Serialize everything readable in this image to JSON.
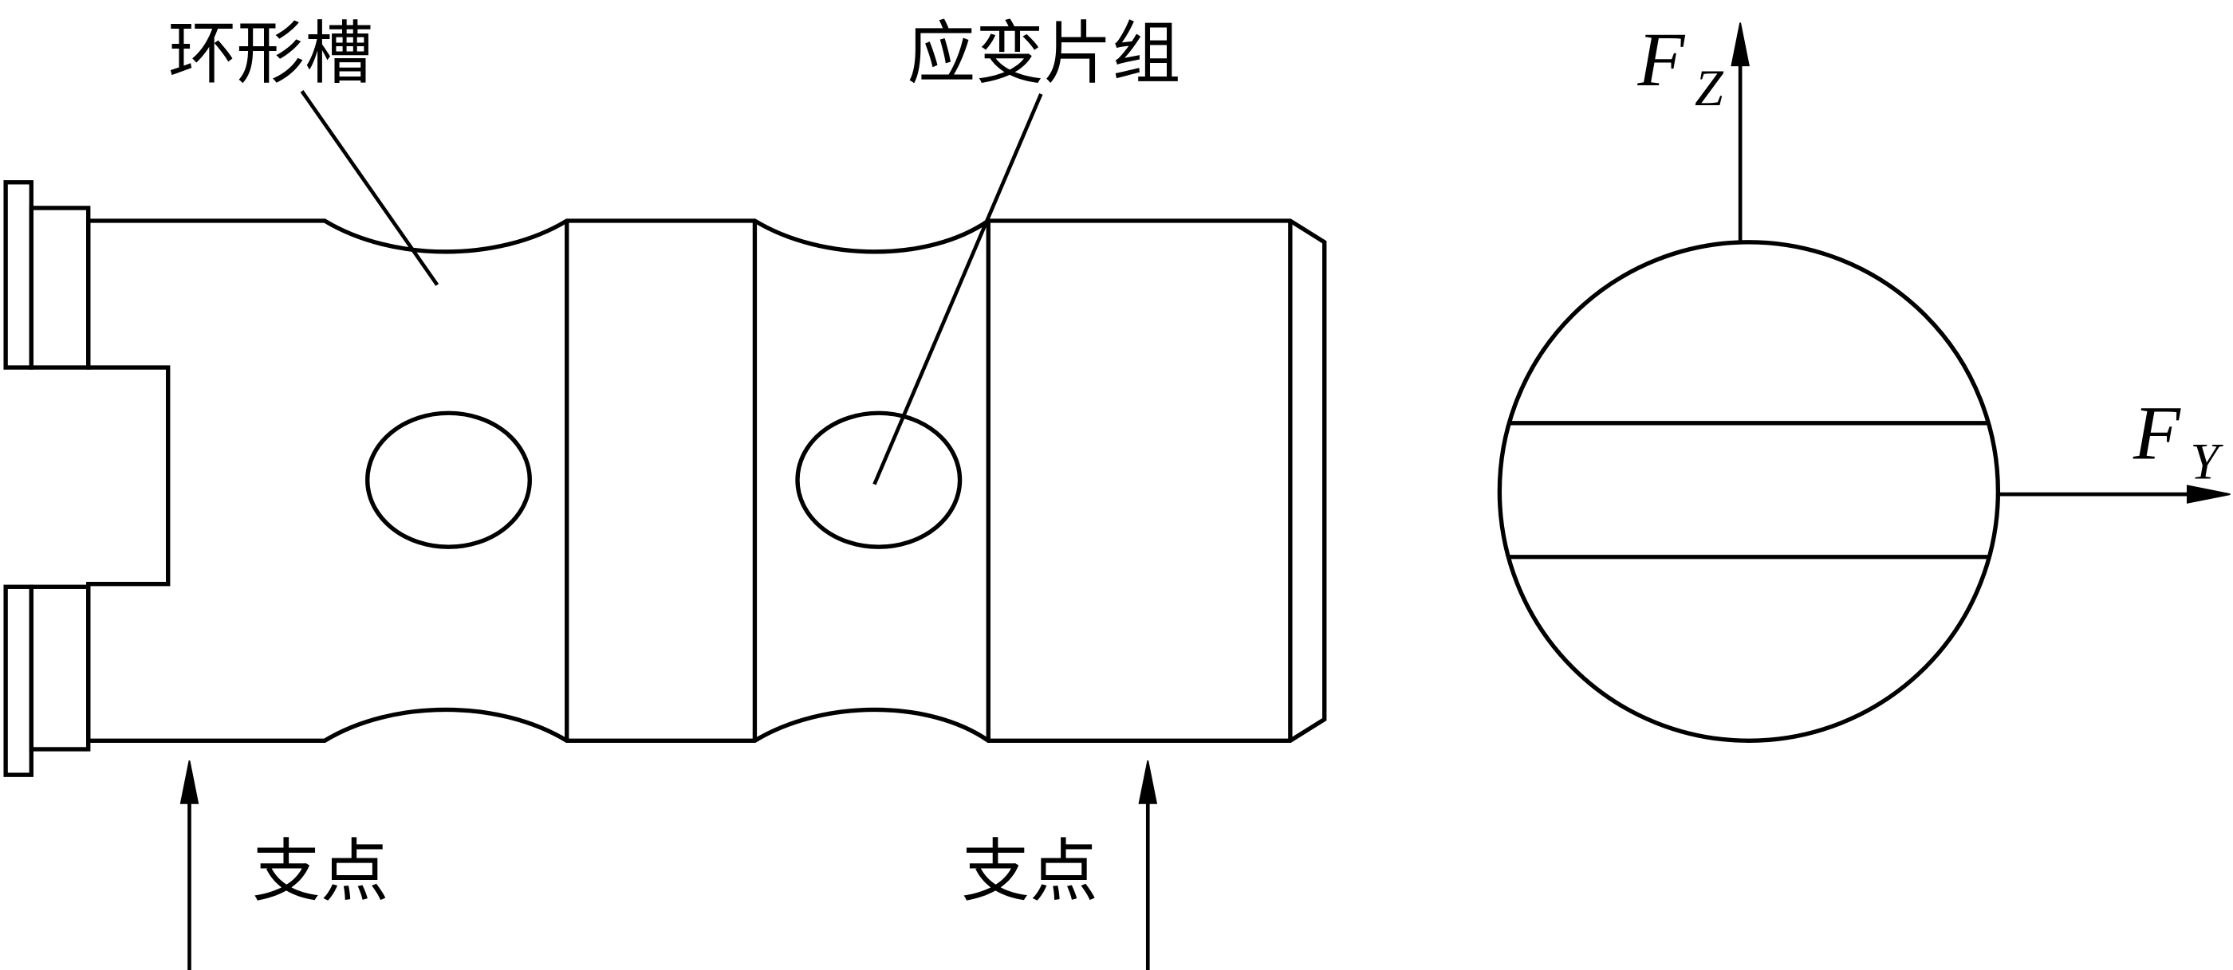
{
  "figure": {
    "background_color": "#ffffff",
    "line_color": "#000000",
    "side_view": {
      "ring_groove_label": "环形槽",
      "strain_gauge_label": "应变片组",
      "support_left_label": "支点",
      "support_right_label": "支点"
    },
    "end_view": {
      "force_vertical": {
        "symbol": "F",
        "subscript": "Z"
      },
      "force_horizontal": {
        "symbol": "F",
        "subscript": "Y"
      }
    }
  }
}
